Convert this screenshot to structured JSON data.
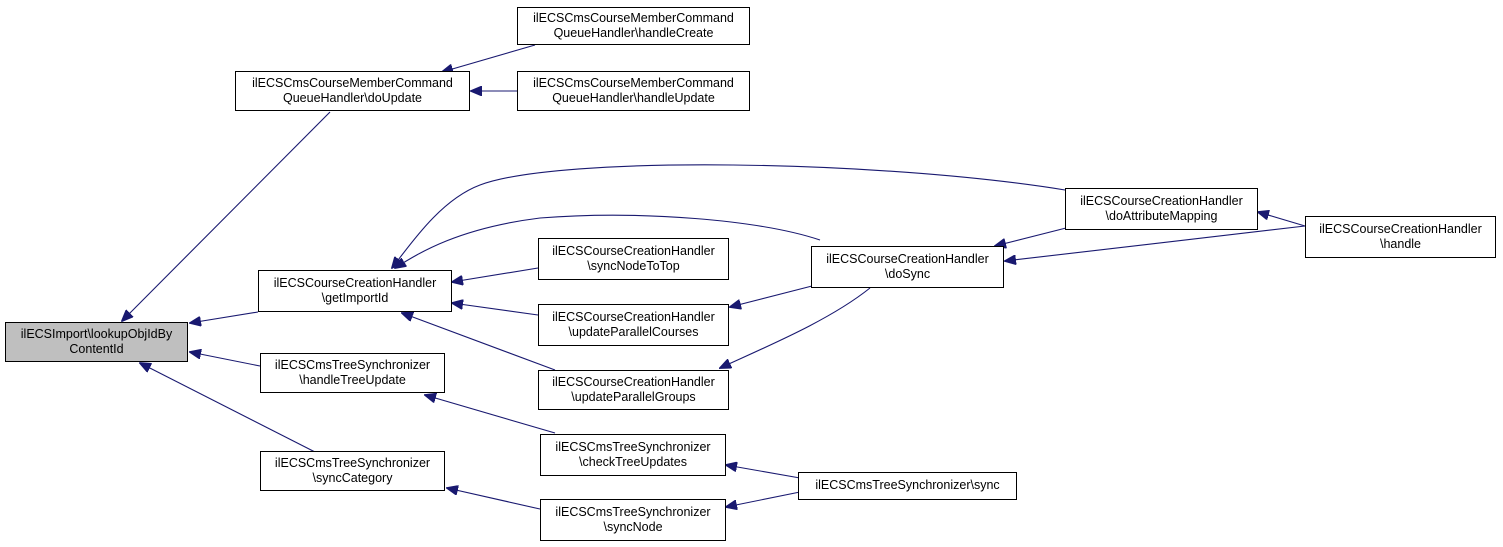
{
  "colors": {
    "edge": "#191970",
    "node_border": "#000000",
    "node_fill": "#ffffff",
    "root_fill": "#bfbfbf"
  },
  "nodes": {
    "lookup": {
      "line1": "ilECSImport\\lookupObjIdBy",
      "line2": "ContentId"
    },
    "doUpdate": {
      "line1": "ilECSCmsCourseMemberCommand",
      "line2": "QueueHandler\\doUpdate"
    },
    "handleCreate": {
      "line1": "ilECSCmsCourseMemberCommand",
      "line2": "QueueHandler\\handleCreate"
    },
    "handleUpdate": {
      "line1": "ilECSCmsCourseMemberCommand",
      "line2": "QueueHandler\\handleUpdate"
    },
    "getImportId": {
      "line1": "ilECSCourseCreationHandler",
      "line2": "\\getImportId"
    },
    "syncNodeToTop": {
      "line1": "ilECSCourseCreationHandler",
      "line2": "\\syncNodeToTop"
    },
    "updParCourses": {
      "line1": "ilECSCourseCreationHandler",
      "line2": "\\updateParallelCourses"
    },
    "updParGroups": {
      "line1": "ilECSCourseCreationHandler",
      "line2": "\\updateParallelGroups"
    },
    "doSync": {
      "line1": "ilECSCourseCreationHandler",
      "line2": "\\doSync"
    },
    "doAttrMapping": {
      "line1": "ilECSCourseCreationHandler",
      "line2": "\\doAttributeMapping"
    },
    "handle": {
      "line1": "ilECSCourseCreationHandler",
      "line2": "\\handle"
    },
    "handleTreeUpdate": {
      "line1": "ilECSCmsTreeSynchronizer",
      "line2": "\\handleTreeUpdate"
    },
    "checkTreeUpdates": {
      "line1": "ilECSCmsTreeSynchronizer",
      "line2": "\\checkTreeUpdates"
    },
    "syncCategory": {
      "line1": "ilECSCmsTreeSynchronizer",
      "line2": "\\syncCategory"
    },
    "syncNode": {
      "line1": "ilECSCmsTreeSynchronizer",
      "line2": "\\syncNode"
    },
    "sync": {
      "line1": "ilECSCmsTreeSynchronizer\\sync"
    }
  }
}
